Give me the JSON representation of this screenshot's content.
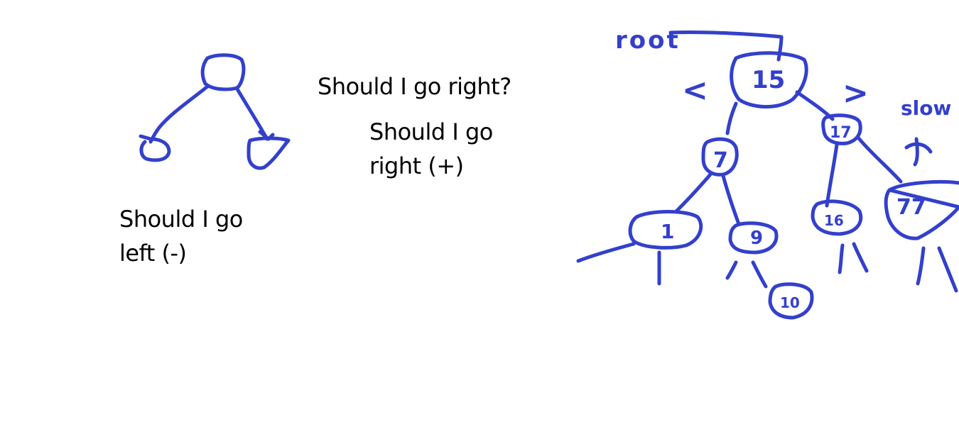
{
  "notes": {
    "right_question": "Should I go right?",
    "right_plus_line1": "Should I go",
    "right_plus_line2": "right (+)",
    "left_minus_line1": "Should I go",
    "left_minus_line2": "left (-)"
  },
  "handwriting": {
    "root_label": "root",
    "less_than": "<",
    "greater_than": ">",
    "slow_label": "slow",
    "node_values": {
      "root": "15",
      "right_child": "17",
      "left_child": "7",
      "left_left": "1",
      "left_right": "9",
      "nine_right": "10",
      "right_left": "16",
      "right_right": "77"
    }
  },
  "colors": {
    "ink": "#3340cc",
    "text": "#000000",
    "background": "#ffffff"
  }
}
